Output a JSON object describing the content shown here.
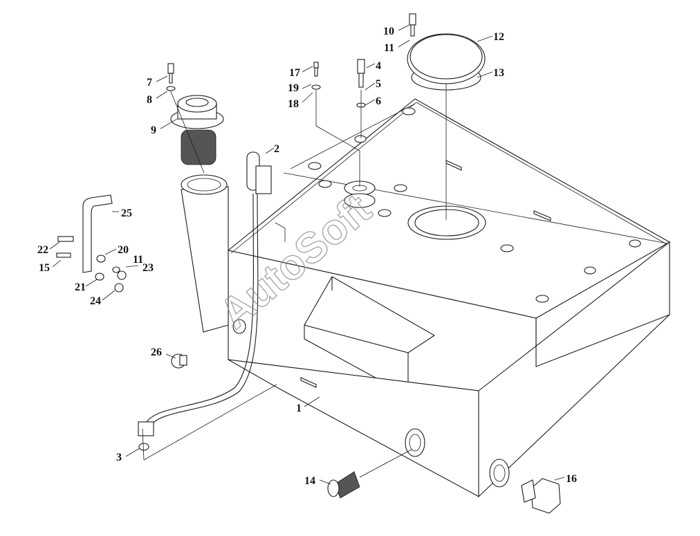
{
  "watermark": "AutoSoft",
  "callouts": [
    {
      "id": "1",
      "text": "1"
    },
    {
      "id": "2",
      "text": "2"
    },
    {
      "id": "3",
      "text": "3"
    },
    {
      "id": "4",
      "text": "4"
    },
    {
      "id": "5",
      "text": "5"
    },
    {
      "id": "6",
      "text": "6"
    },
    {
      "id": "7",
      "text": "7"
    },
    {
      "id": "8",
      "text": "8"
    },
    {
      "id": "9",
      "text": "9"
    },
    {
      "id": "10",
      "text": "10"
    },
    {
      "id": "11a",
      "text": "11"
    },
    {
      "id": "11b",
      "text": "11"
    },
    {
      "id": "12",
      "text": "12"
    },
    {
      "id": "13",
      "text": "13"
    },
    {
      "id": "14",
      "text": "14"
    },
    {
      "id": "15",
      "text": "15"
    },
    {
      "id": "16",
      "text": "16"
    },
    {
      "id": "17",
      "text": "17"
    },
    {
      "id": "18",
      "text": "18"
    },
    {
      "id": "19",
      "text": "19"
    },
    {
      "id": "20",
      "text": "20"
    },
    {
      "id": "21",
      "text": "21"
    },
    {
      "id": "22",
      "text": "22"
    },
    {
      "id": "23",
      "text": "23"
    },
    {
      "id": "24",
      "text": "24"
    },
    {
      "id": "25",
      "text": "25"
    },
    {
      "id": "26",
      "text": "26"
    }
  ]
}
